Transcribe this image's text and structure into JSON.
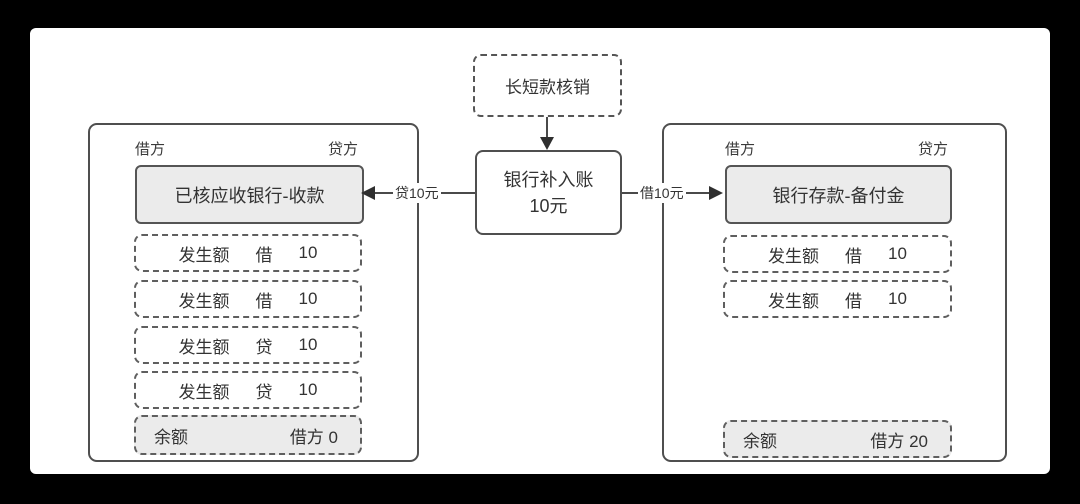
{
  "colors": {
    "outer_bg": "#000000",
    "card_bg": "#ffffff",
    "line": "#4a4a4a",
    "box_border": "#555555",
    "gray_fill": "#ebebeb",
    "text": "#333333"
  },
  "top_node": {
    "label": "长短款核销"
  },
  "center_node": {
    "line1": "银行补入账",
    "line2": "10元"
  },
  "edges": {
    "left_label": "贷10元",
    "right_label": "借10元"
  },
  "left_panel": {
    "debit_header": "借方",
    "credit_header": "贷方",
    "account": "已核应收银行-收款",
    "entries": [
      {
        "name": "发生额",
        "side": "借",
        "amount": "10"
      },
      {
        "name": "发生额",
        "side": "借",
        "amount": "10"
      },
      {
        "name": "发生额",
        "side": "贷",
        "amount": "10"
      },
      {
        "name": "发生额",
        "side": "贷",
        "amount": "10"
      }
    ],
    "balance": {
      "label": "余额",
      "value": "借方 0"
    }
  },
  "right_panel": {
    "debit_header": "借方",
    "credit_header": "贷方",
    "account": "银行存款-备付金",
    "entries": [
      {
        "name": "发生额",
        "side": "借",
        "amount": "10"
      },
      {
        "name": "发生额",
        "side": "借",
        "amount": "10"
      }
    ],
    "balance": {
      "label": "余额",
      "value": "借方 20"
    }
  }
}
